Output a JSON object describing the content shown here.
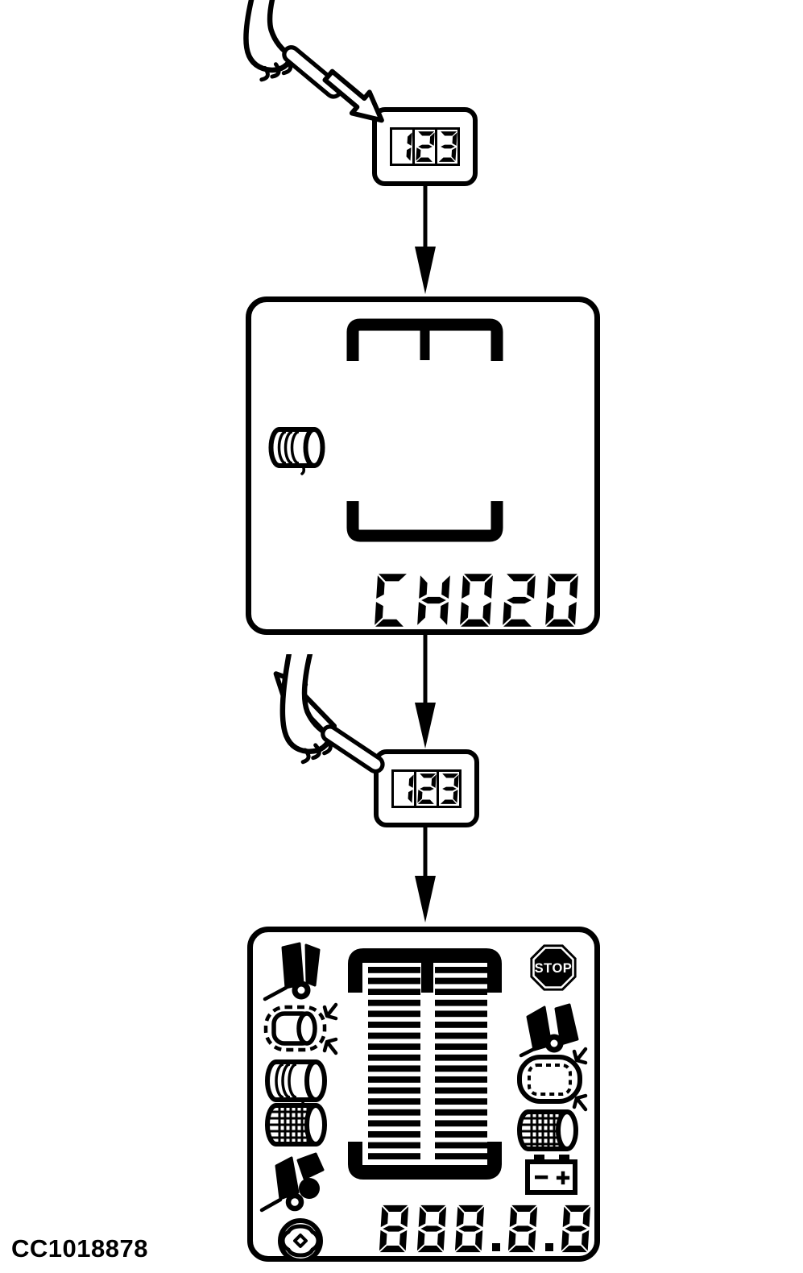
{
  "figure": {
    "id": "CC1018878"
  },
  "colors": {
    "ink": "#000000",
    "paper": "#ffffff"
  },
  "gestures": {
    "top": {
      "meaning": "press-button",
      "icons": [
        "pointing-hand",
        "hollow-arrow-down-right"
      ]
    },
    "bottom": {
      "meaning": "release-button",
      "icons": [
        "pointing-hand",
        "hollow-arrow-up-left"
      ]
    }
  },
  "buttons": {
    "top": {
      "digits": "123"
    },
    "bottom": {
      "digits": "123"
    }
  },
  "middle_panel": {
    "display_code": "CH020",
    "icons": [
      "bale-chamber-outline",
      "net-twine-roll"
    ]
  },
  "bottom_panel": {
    "display_value": "888.8.8",
    "stop_sign": {
      "label": "STOP"
    },
    "battery": {
      "minus": "−",
      "plus": "+"
    },
    "bale_fill_bars": {
      "columns": 2,
      "bars_per_column": 18
    },
    "icons_left": [
      "tailgate-open",
      "bale-size-dashed",
      "net-twine-roll",
      "mesh-roll",
      "bale-eject",
      "pto-drive"
    ],
    "icons_right": [
      "stop-sign",
      "tailgate-open",
      "bale-size-solid",
      "mesh-roll",
      "battery"
    ]
  }
}
